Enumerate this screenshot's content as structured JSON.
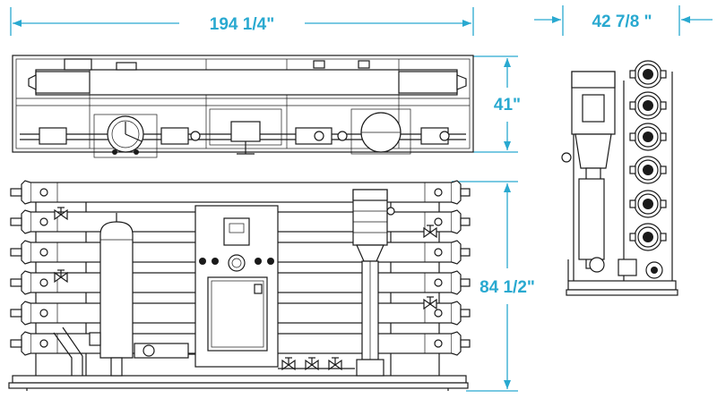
{
  "dimensions": {
    "overall_length": "194 1/4\"",
    "overall_width": "42 7/8 \"",
    "top_view_depth": "41\"",
    "overall_height": "84 1/2\""
  },
  "colors": {
    "dimension_lines": "#29a9d0",
    "linework": "#1a1a1a",
    "background": "#ffffff"
  },
  "views": [
    "top-view",
    "front-view",
    "side-view"
  ]
}
